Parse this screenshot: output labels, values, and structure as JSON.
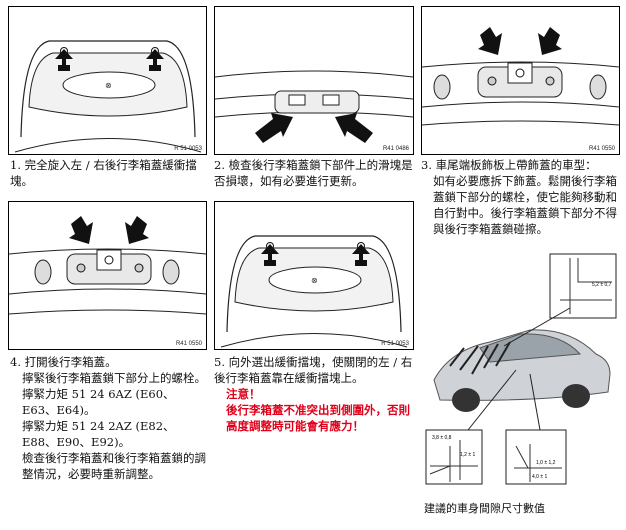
{
  "figures": {
    "fig1_ref": "R 51 0053",
    "fig2_ref": "R41 0486",
    "fig3_ref": "R41 0550",
    "fig4_ref": "R41 0550",
    "fig5_ref": "R 51 0053"
  },
  "steps": {
    "s1": "1. 完全旋入左 / 右後行李箱蓋緩衝擋塊。",
    "s2": "2. 檢查後行李箱蓋鎖下部件上的滑塊是否損壞，如有必要進行更新。",
    "s3_title": "3. 車尾端板飾板上帶飾蓋的車型：",
    "s3_body": "如有必要應拆下飾蓋。鬆開後行李箱蓋鎖下部分的螺栓，使它能夠移動和自行對中。後行李箱蓋鎖下部分不得與後行李箱蓋鎖碰擦。",
    "s4_title": "4. 打開後行李箱蓋。",
    "s4_line1": "擰緊後行李箱蓋鎖下部分上的螺栓。",
    "s4_line2": "擰緊力矩 51 24 6AZ (E60、E63、E64)。",
    "s4_line3": "擰緊力矩 51 24 2AZ (E82、E88、E90、E92)。",
    "s4_line4": "檢查後行李箱蓋和後行李箱蓋鎖的調整情況，必要時重新調整。",
    "s5_title": "5. 向外選出緩衝擋塊，使關閉的左 / 右後行李箱蓋靠在緩衝擋塊上。",
    "s5_note": "注意！",
    "s5_warning": "後行李箱蓋不准突出到側圍外，否則高度調整時可能會有應力！"
  },
  "gap_figure": {
    "caption": "建議的車身間隙尺寸數值",
    "dim_top": "5,2 ± 0,7",
    "dim_left_a": "3,8 ± 0,8",
    "dim_left_b": "1,2 ± 1",
    "dim_right_a": "1,0 ± 1,2",
    "dim_right_b": "4,0 ± 1"
  }
}
